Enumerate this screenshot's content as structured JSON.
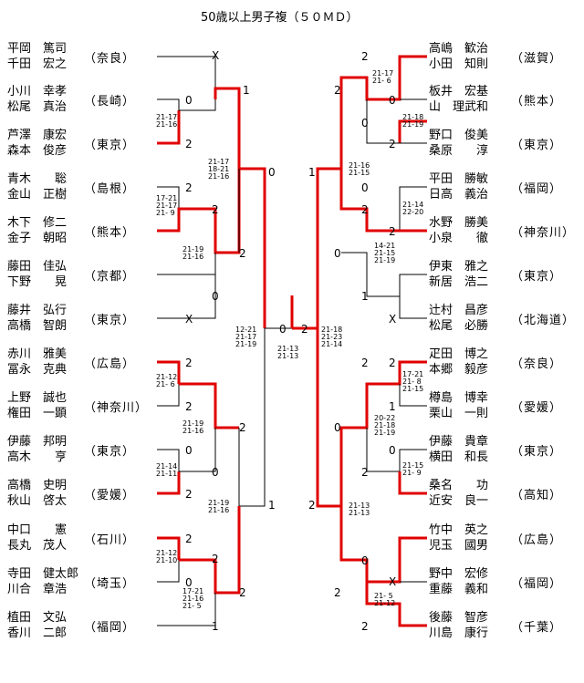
{
  "title": "50歳以上男子複（５０ＭＤ）",
  "colors": {
    "winner_line": "#e00000",
    "line": "#000000"
  },
  "left_teams": [
    {
      "p1": "平岡　篤司",
      "p2": "千田　宏之",
      "pref": "（奈良）"
    },
    {
      "p1": "小川　幸孝",
      "p2": "松尾　真治",
      "pref": "（長崎）"
    },
    {
      "p1": "芦澤　康宏",
      "p2": "森本　俊彦",
      "pref": "（東京）"
    },
    {
      "p1": "青木　　聡",
      "p2": "金山　正樹",
      "pref": "（島根）"
    },
    {
      "p1": "木下　修二",
      "p2": "金子　朝昭",
      "pref": "（熊本）"
    },
    {
      "p1": "藤田　佳弘",
      "p2": "下野　　晃",
      "pref": "（京都）"
    },
    {
      "p1": "藤井　弘行",
      "p2": "高橋　智朗",
      "pref": "（東京）"
    },
    {
      "p1": "赤川　雅美",
      "p2": "冨永　克典",
      "pref": "（広島）"
    },
    {
      "p1": "上野　誠也",
      "p2": "権田　一顕",
      "pref": "（神奈川）"
    },
    {
      "p1": "伊藤　邦明",
      "p2": "高木　　亨",
      "pref": "（東京）"
    },
    {
      "p1": "高橋　史明",
      "p2": "秋山　啓太",
      "pref": "（愛媛）"
    },
    {
      "p1": "中口　　憲",
      "p2": "長丸　茂人",
      "pref": "（石川）"
    },
    {
      "p1": "寺田　健太郎",
      "p2": "川合　章浩",
      "pref": "（埼玉）"
    },
    {
      "p1": "植田　文弘",
      "p2": "香川　二郎",
      "pref": "（福岡）"
    }
  ],
  "right_teams": [
    {
      "p1": "高嶋　歓治",
      "p2": "小田　知則",
      "pref": "（滋賀）"
    },
    {
      "p1": "板井　宏基",
      "p2": "山　理武和",
      "pref": "（熊本）"
    },
    {
      "p1": "野口　俊美",
      "p2": "桑原　　淳",
      "pref": "（東京）"
    },
    {
      "p1": "平田　勝敏",
      "p2": "日高　義治",
      "pref": "（福岡）"
    },
    {
      "p1": "水野　勝美",
      "p2": "小泉　　徹",
      "pref": "（神奈川）"
    },
    {
      "p1": "伊東　雅之",
      "p2": "新居　浩二",
      "pref": "（東京）"
    },
    {
      "p1": "辻村　昌彦",
      "p2": "松尾　必勝",
      "pref": "（北海道）"
    },
    {
      "p1": "疋田　博之",
      "p2": "本郷　毅彦",
      "pref": "（奈良）"
    },
    {
      "p1": "樽島　博幸",
      "p2": "栗山　一則",
      "pref": "（愛媛）"
    },
    {
      "p1": "伊藤　貴章",
      "p2": "横田　和長",
      "pref": "（東京）"
    },
    {
      "p1": "桑名　　功",
      "p2": "近安　良一",
      "pref": "（高知）"
    },
    {
      "p1": "竹中　英之",
      "p2": "児玉　國男",
      "pref": "（広島）"
    },
    {
      "p1": "野中　宏修",
      "p2": "重藤　義和",
      "pref": "（福岡）"
    },
    {
      "p1": "後藤　智彦",
      "p2": "川島　康行",
      "pref": "（千葉）"
    }
  ],
  "round_labels": {
    "l1": "X",
    "l2": "0",
    "l3": "2",
    "l4": "1",
    "l5": "2",
    "l6": "2",
    "l7": "0",
    "l8": "X",
    "l9": "2",
    "l10": "0",
    "l11": "0",
    "l12": "2",
    "l13": "2",
    "l14": "0",
    "l15": "1",
    "l16": "1",
    "l17": "2",
    "l18": "2",
    "l19": "0",
    "l20": "2",
    "l21": "2",
    "l22": "0",
    "l23": "2",
    "l24": "1",
    "l25": "0",
    "l26": "2",
    "r1": "2",
    "r2": "0",
    "r3": "2",
    "r4": "0",
    "r5": "2",
    "r6": "1",
    "r7": "X",
    "r8": "2",
    "r9": "1",
    "r10": "0",
    "r11": "2",
    "r12": "2",
    "r13": "0",
    "r14": "X",
    "r15": "2",
    "r16": "2",
    "r17": "0",
    "r18": "2",
    "r19": "0",
    "r20": "2",
    "r21": "1",
    "r22": "2",
    "r23": "0",
    "r24": "2"
  },
  "scores": {
    "a": "21-17\n21-16",
    "b": "21-17\n18-21\n21-16",
    "c": "17-21\n21-17\n21- 9",
    "d": "21-19\n21-16",
    "e": "21-12\n21- 6",
    "f": "21-19\n21-16",
    "g": "21-14\n21-11",
    "h": "21-19\n21-16",
    "i": "21-12\n21-10",
    "j": "17-21\n21-16\n21- 5",
    "k": "12-21\n21-17\n21-19",
    "fin_l": "21-13\n21-13",
    "fin_r": "21-18\n21-23\n21-14",
    "ra": "21-17\n21- 6",
    "rb": "21-18\n21-19",
    "rc": "21-16\n21-15",
    "rd": "21-14\n22-20",
    "re": "14-21\n21-15\n21-19",
    "rf": "17-21\n21- 8\n21-15",
    "rg": "20-22\n21-18\n21-19",
    "rh": "21-15\n21- 9",
    "ri": "21-13\n21-13",
    "rj": "21- 5\n21-12"
  },
  "final": {
    "left_score": "0",
    "right_score": "2"
  }
}
